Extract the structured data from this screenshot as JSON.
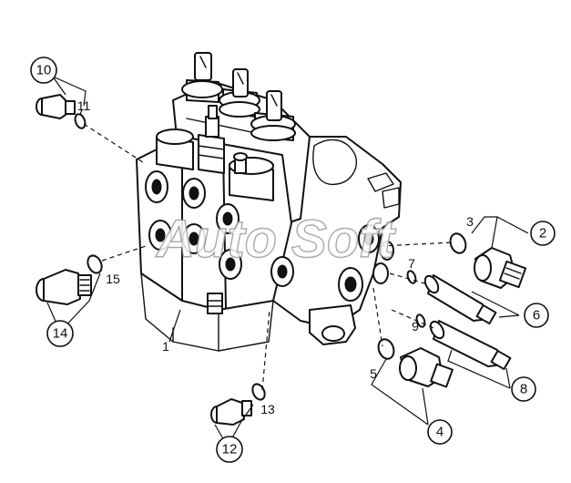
{
  "watermark": "Auto Soft",
  "callouts": [
    {
      "id": "c2",
      "label": "2",
      "circled": true
    },
    {
      "id": "c3",
      "label": "3",
      "circled": false
    },
    {
      "id": "c4",
      "label": "4",
      "circled": true
    },
    {
      "id": "c5",
      "label": "5",
      "circled": false
    },
    {
      "id": "c6",
      "label": "6",
      "circled": true
    },
    {
      "id": "c7",
      "label": "7",
      "circled": false
    },
    {
      "id": "c8",
      "label": "8",
      "circled": true
    },
    {
      "id": "c9",
      "label": "9",
      "circled": false
    },
    {
      "id": "c10",
      "label": "10",
      "circled": true
    },
    {
      "id": "c11",
      "label": "11",
      "circled": false
    },
    {
      "id": "c12",
      "label": "12",
      "circled": true
    },
    {
      "id": "c13",
      "label": "13",
      "circled": false
    },
    {
      "id": "c14",
      "label": "14",
      "circled": true
    },
    {
      "id": "c15",
      "label": "15",
      "circled": false
    },
    {
      "id": "c1",
      "label": "1",
      "circled": false
    }
  ]
}
